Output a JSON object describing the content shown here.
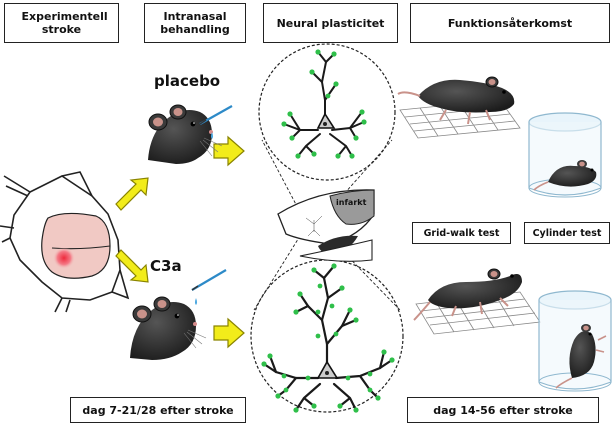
{
  "headers": {
    "col1": "Experimentell stroke",
    "col2": "Intranasal behandling",
    "col3": "Neural plasticitet",
    "col4": "Funktionsåterkomst"
  },
  "labels": {
    "placebo": "placebo",
    "c3a": "C3a",
    "infarct": "infarkt"
  },
  "tests": {
    "grid_walk": "Grid-walk test",
    "cylinder": "Cylinder test"
  },
  "timelines": {
    "treatment": "dag 7-21/28 efter stroke",
    "recovery": "dag 14-56 efter stroke"
  },
  "colors": {
    "arrow_fill": "#f2ec1a",
    "arrow_stroke": "#8a8400",
    "mouse": "#2b2b2b",
    "dendritic_spine": "#2fbf4a",
    "lesion": "#ee2a3c",
    "brain_region": "#f1c9c4"
  }
}
